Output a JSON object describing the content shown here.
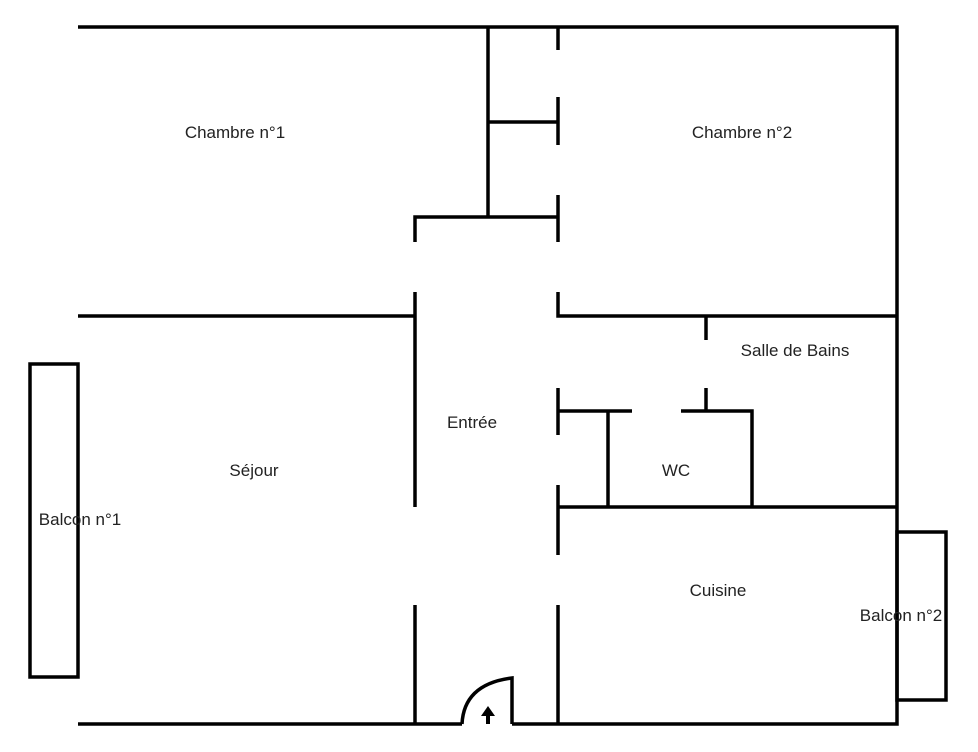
{
  "rooms": {
    "chambre1": "Chambre n°1",
    "chambre2": "Chambre n°2",
    "salle_de_bains": "Salle de Bains",
    "entree": "Entrée",
    "sejour": "Séjour",
    "wc": "WC",
    "balcon1": "Balcon n°1",
    "cuisine": "Cuisine",
    "balcon2": "Balcon n°2"
  }
}
